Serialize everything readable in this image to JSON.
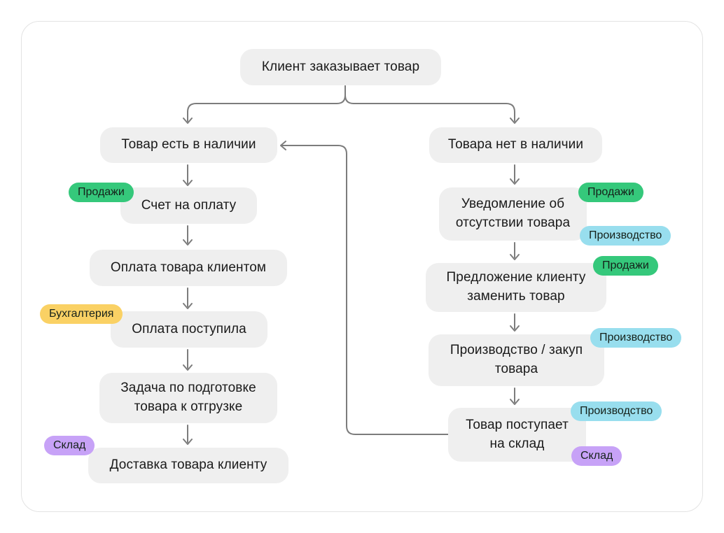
{
  "colors": {
    "node_bg": "#efefef",
    "connector": "#7c7c7c",
    "card_border": "#e3e3e3",
    "text": "#1a1a1a",
    "badge_green": "#35c87b",
    "badge_yellow": "#fad164",
    "badge_blue": "#98deee",
    "badge_purple": "#c7a2f7"
  },
  "departments": {
    "sales": "Продажи",
    "accounting": "Бухгалтерия",
    "production": "Производство",
    "warehouse": "Склад"
  },
  "nodes": {
    "order": "Клиент заказывает товар",
    "in_stock": "Товар есть в наличии",
    "invoice": "Счет на оплату",
    "payment": "Оплата товара клиентом",
    "payment_received": "Оплата поступила",
    "prepare_task": "Задача по подготовке\nтовара к отгрузке",
    "delivery": "Доставка товара клиенту",
    "out_of_stock": "Товара нет в наличии",
    "notify": "Уведомление об\nотсутствии товара",
    "offer_replace": "Предложение клиенту\nзаменить товар",
    "produce": "Производство / закуп\nтовара",
    "arrive": "Товар поступает\nна склад"
  }
}
